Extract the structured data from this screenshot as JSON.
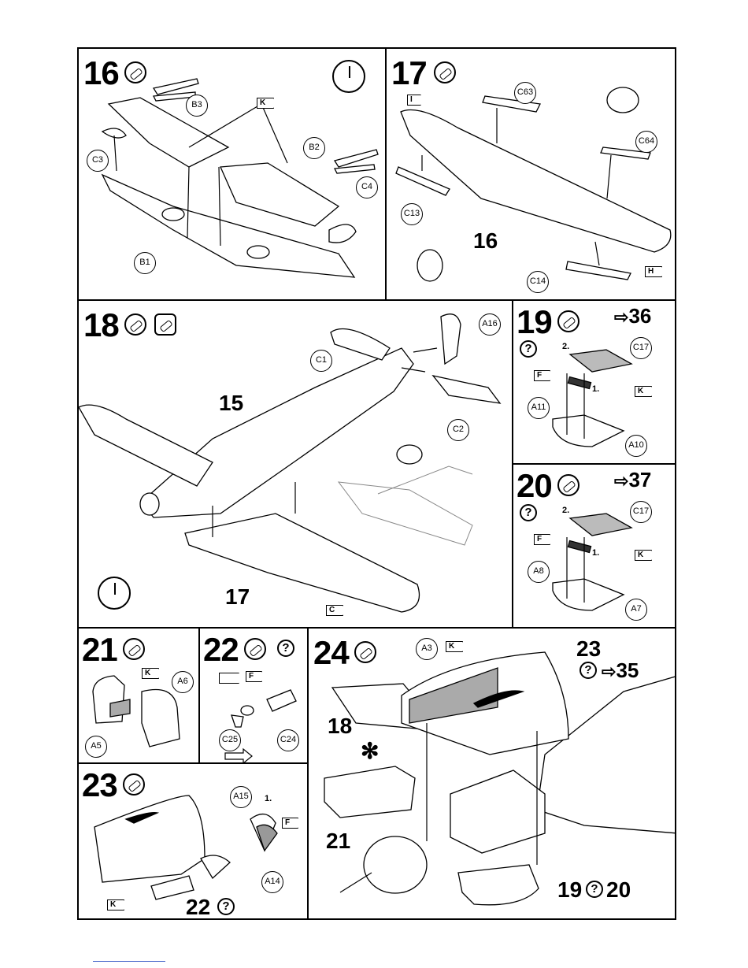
{
  "steps": {
    "s16": {
      "num": "16",
      "parts": [
        "B3",
        "B2",
        "C3",
        "C4",
        "B1"
      ],
      "flag": "K"
    },
    "s17": {
      "num": "17",
      "parts": [
        "C63",
        "C64",
        "C13",
        "C14"
      ],
      "flags": [
        "I",
        "H"
      ],
      "ref": "16"
    },
    "s18": {
      "num": "18",
      "parts": [
        "A16",
        "C1",
        "C2"
      ],
      "refs": [
        "15",
        "17"
      ],
      "flag": "C"
    },
    "s19": {
      "num": "19",
      "goto": "36",
      "parts": [
        "C17",
        "A11",
        "A10"
      ],
      "flags": [
        "F",
        "K"
      ],
      "sub": [
        "2.",
        "1."
      ]
    },
    "s20": {
      "num": "20",
      "goto": "37",
      "parts": [
        "C17",
        "A8",
        "A7"
      ],
      "flags": [
        "F",
        "K"
      ],
      "sub": [
        "2.",
        "1."
      ]
    },
    "s21": {
      "num": "21",
      "parts": [
        "A6",
        "A5"
      ],
      "flag": "K"
    },
    "s22": {
      "num": "22",
      "parts": [
        "C25",
        "C24"
      ],
      "flag": "F"
    },
    "s23": {
      "num": "23",
      "parts": [
        "A15",
        "A14"
      ],
      "flags": [
        "F",
        "K"
      ],
      "sub": "1.",
      "ref": "22"
    },
    "s24": {
      "num": "24",
      "parts": [
        "A3"
      ],
      "flag": "K",
      "refs": [
        "23",
        "35",
        "18",
        "21",
        "19",
        "20"
      ],
      "asterisk": "✻"
    }
  },
  "symbols": {
    "question": "?",
    "arrow": "⇨"
  }
}
